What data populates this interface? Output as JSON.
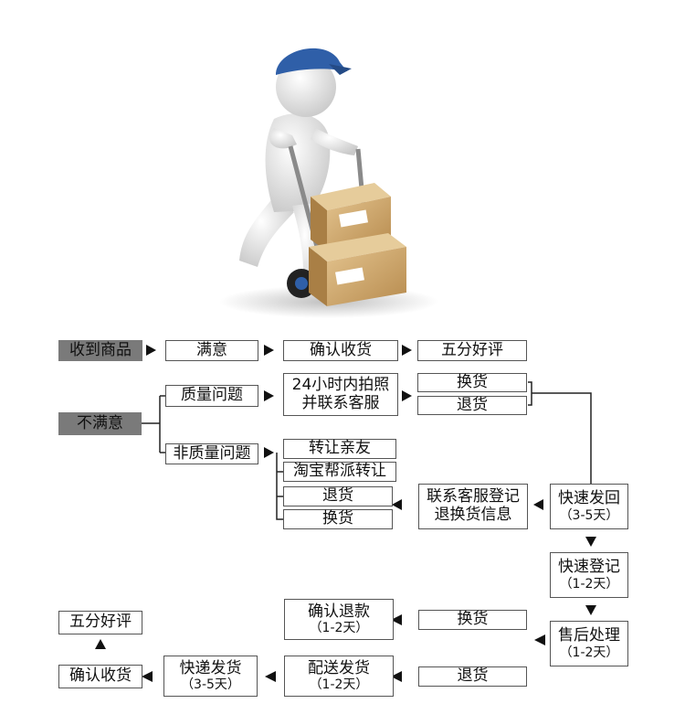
{
  "flow": {
    "received": "收到商品",
    "satisfied": "满意",
    "confirm_receipt_top": "确认收货",
    "five_star_top": "五分好评",
    "unsatisfied": "不满意",
    "quality_issue": "质量问题",
    "photo_contact_1": "24小时内拍照",
    "photo_contact_2": "并联系客服",
    "exchange": "换货",
    "return": "退货",
    "non_quality_issue": "非质量问题",
    "transfer_friend": "转让亲友",
    "taobao_transfer": "淘宝帮派转让",
    "return2": "退货",
    "exchange2": "换货",
    "register_1": "联系客服登记",
    "register_2": "退换货信息",
    "fast_send_back": "快速发回",
    "fast_send_back_days": "（3-5天）",
    "fast_register": "快速登记",
    "fast_register_days": "（1-2天）",
    "after_sale": "售后处理",
    "after_sale_days": "（1-2天）",
    "exchange3": "换货",
    "return3": "退货",
    "confirm_refund": "确认退款",
    "confirm_refund_days": "（1-2天）",
    "ship_out": "配送发货",
    "ship_out_days": "（1-2天）",
    "express_ship": "快递发货",
    "express_ship_days": "（3-5天）",
    "confirm_receipt_bottom": "确认收货",
    "five_star_bottom": "五分好评"
  }
}
